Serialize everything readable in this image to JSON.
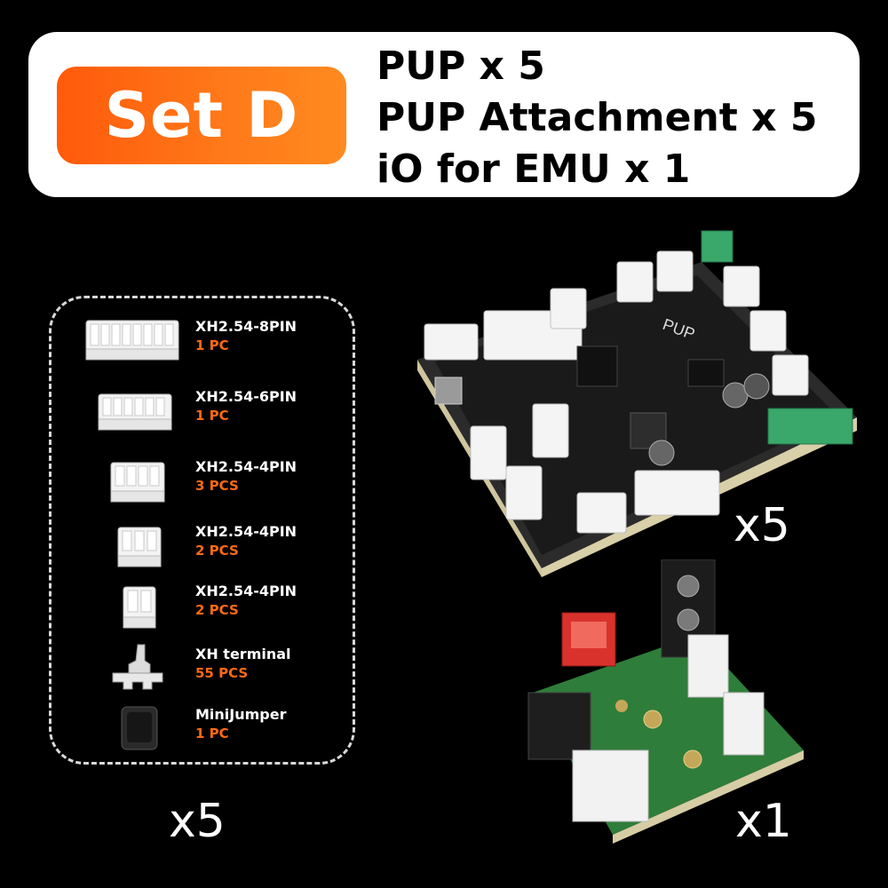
{
  "header": {
    "badge": "Set D",
    "lines": [
      "PUP x 5",
      "PUP Attachment x 5",
      "iO for EMU x 1"
    ]
  },
  "parts": [
    {
      "name": "XH2.54-8PIN",
      "qty": "1 PC",
      "icon": "connector-8pin-icon"
    },
    {
      "name": "XH2.54-6PIN",
      "qty": "1 PC",
      "icon": "connector-6pin-icon"
    },
    {
      "name": "XH2.54-4PIN",
      "qty": "3 PCS",
      "icon": "connector-4pin-icon"
    },
    {
      "name": "XH2.54-4PIN",
      "qty": "2 PCS",
      "icon": "connector-3pin-icon"
    },
    {
      "name": "XH2.54-4PIN",
      "qty": "2 PCS",
      "icon": "connector-2pin-icon"
    },
    {
      "name": "XH terminal",
      "qty": "55 PCS",
      "icon": "terminal-icon"
    },
    {
      "name": "MiniJumper",
      "qty": "1 PC",
      "icon": "jumper-icon"
    }
  ],
  "multipliers": {
    "parts_set": "x5",
    "pup_board": "x5",
    "io_board": "x1"
  },
  "colors": {
    "accent": "#ff6a13",
    "badge_start": "#ff5a0a",
    "badge_end": "#ff8a1f",
    "background": "#000000",
    "pcb_black": "#1a1a1a",
    "pcb_green": "#2f7d3a",
    "terminal_green": "#3aa86a"
  }
}
